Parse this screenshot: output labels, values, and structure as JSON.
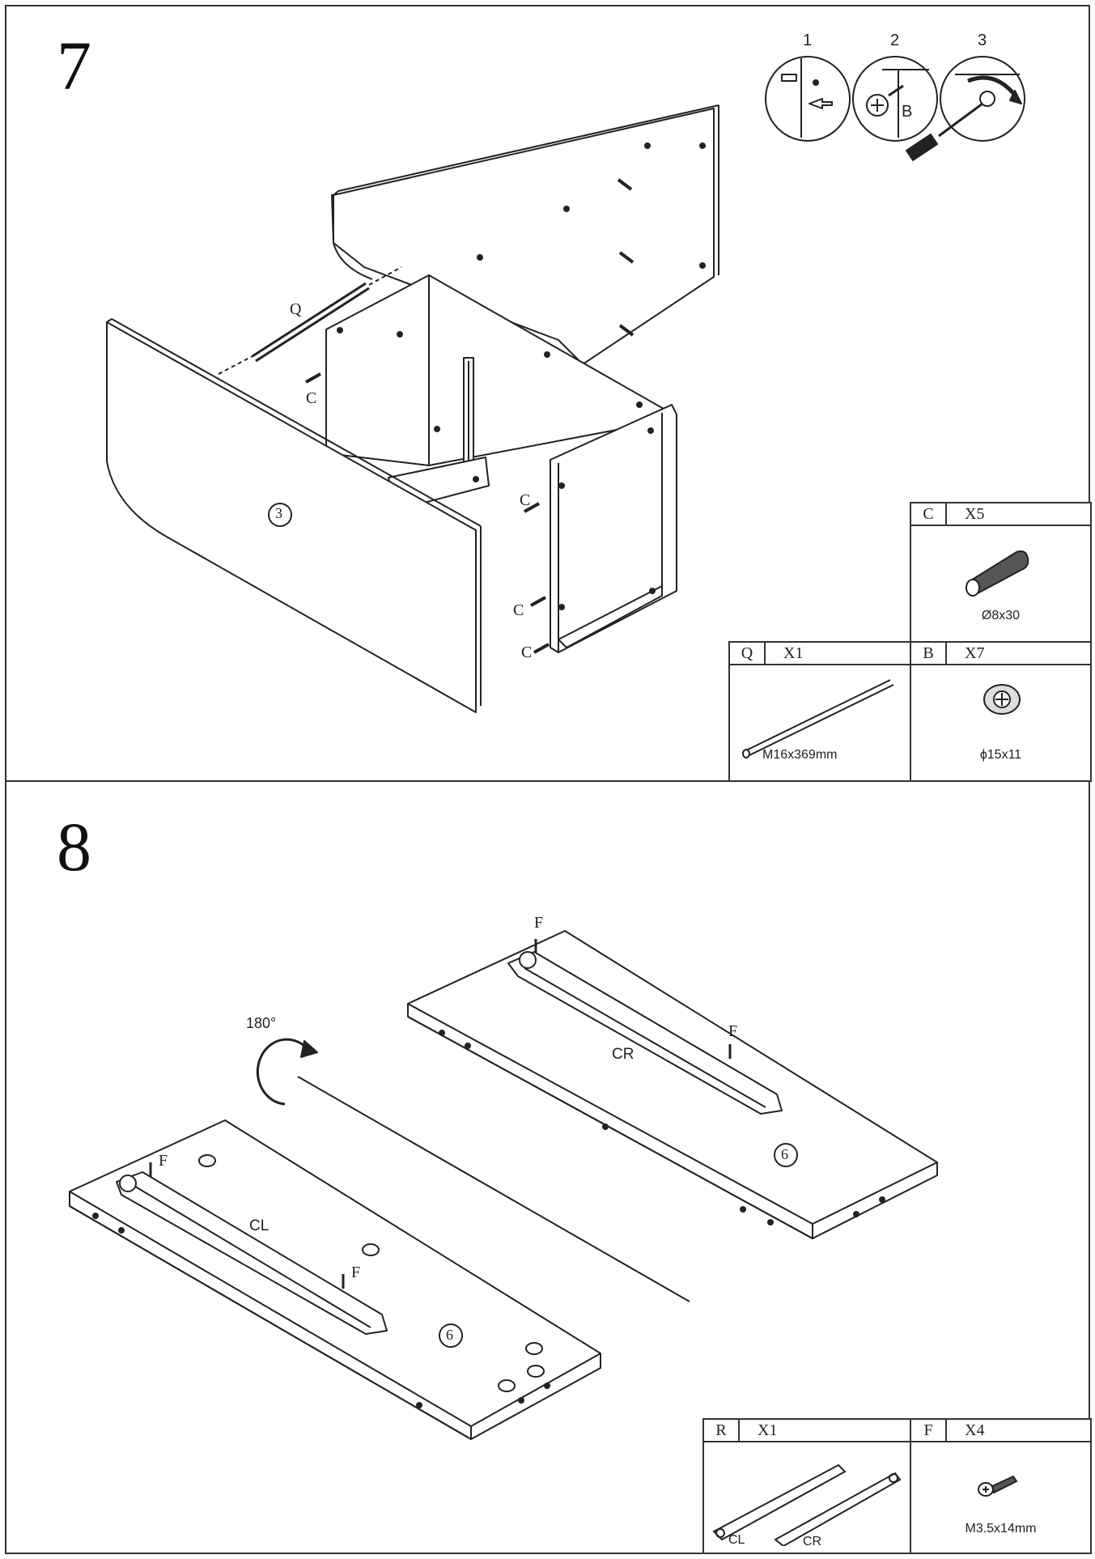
{
  "steps": [
    {
      "number": "7",
      "labels": {
        "bar": "Q",
        "panel": "3",
        "dowel": "C"
      },
      "inset": {
        "numbers": [
          "1",
          "2",
          "3"
        ],
        "cam_letter": "B"
      },
      "parts": [
        {
          "code": "C",
          "qty": "X5",
          "spec": "Ø8x30",
          "icon": "dowel-icon"
        },
        {
          "code": "Q",
          "qty": "X1",
          "spec": "M16x369mm",
          "icon": "rod-icon"
        },
        {
          "code": "B",
          "qty": "X7",
          "spec": "ϕ15x11",
          "icon": "cam-lock-icon"
        }
      ]
    },
    {
      "number": "8",
      "labels": {
        "rotation": "180°",
        "rail_right": "CR",
        "rail_left": "CL",
        "screw": "F",
        "panel": "6"
      },
      "parts": [
        {
          "code": "R",
          "qty": "X1",
          "spec_left": "CL",
          "spec_right": "CR",
          "icon": "drawer-rail-icon"
        },
        {
          "code": "F",
          "qty": "X4",
          "spec": "M3.5x14mm",
          "icon": "screw-icon"
        }
      ]
    }
  ]
}
